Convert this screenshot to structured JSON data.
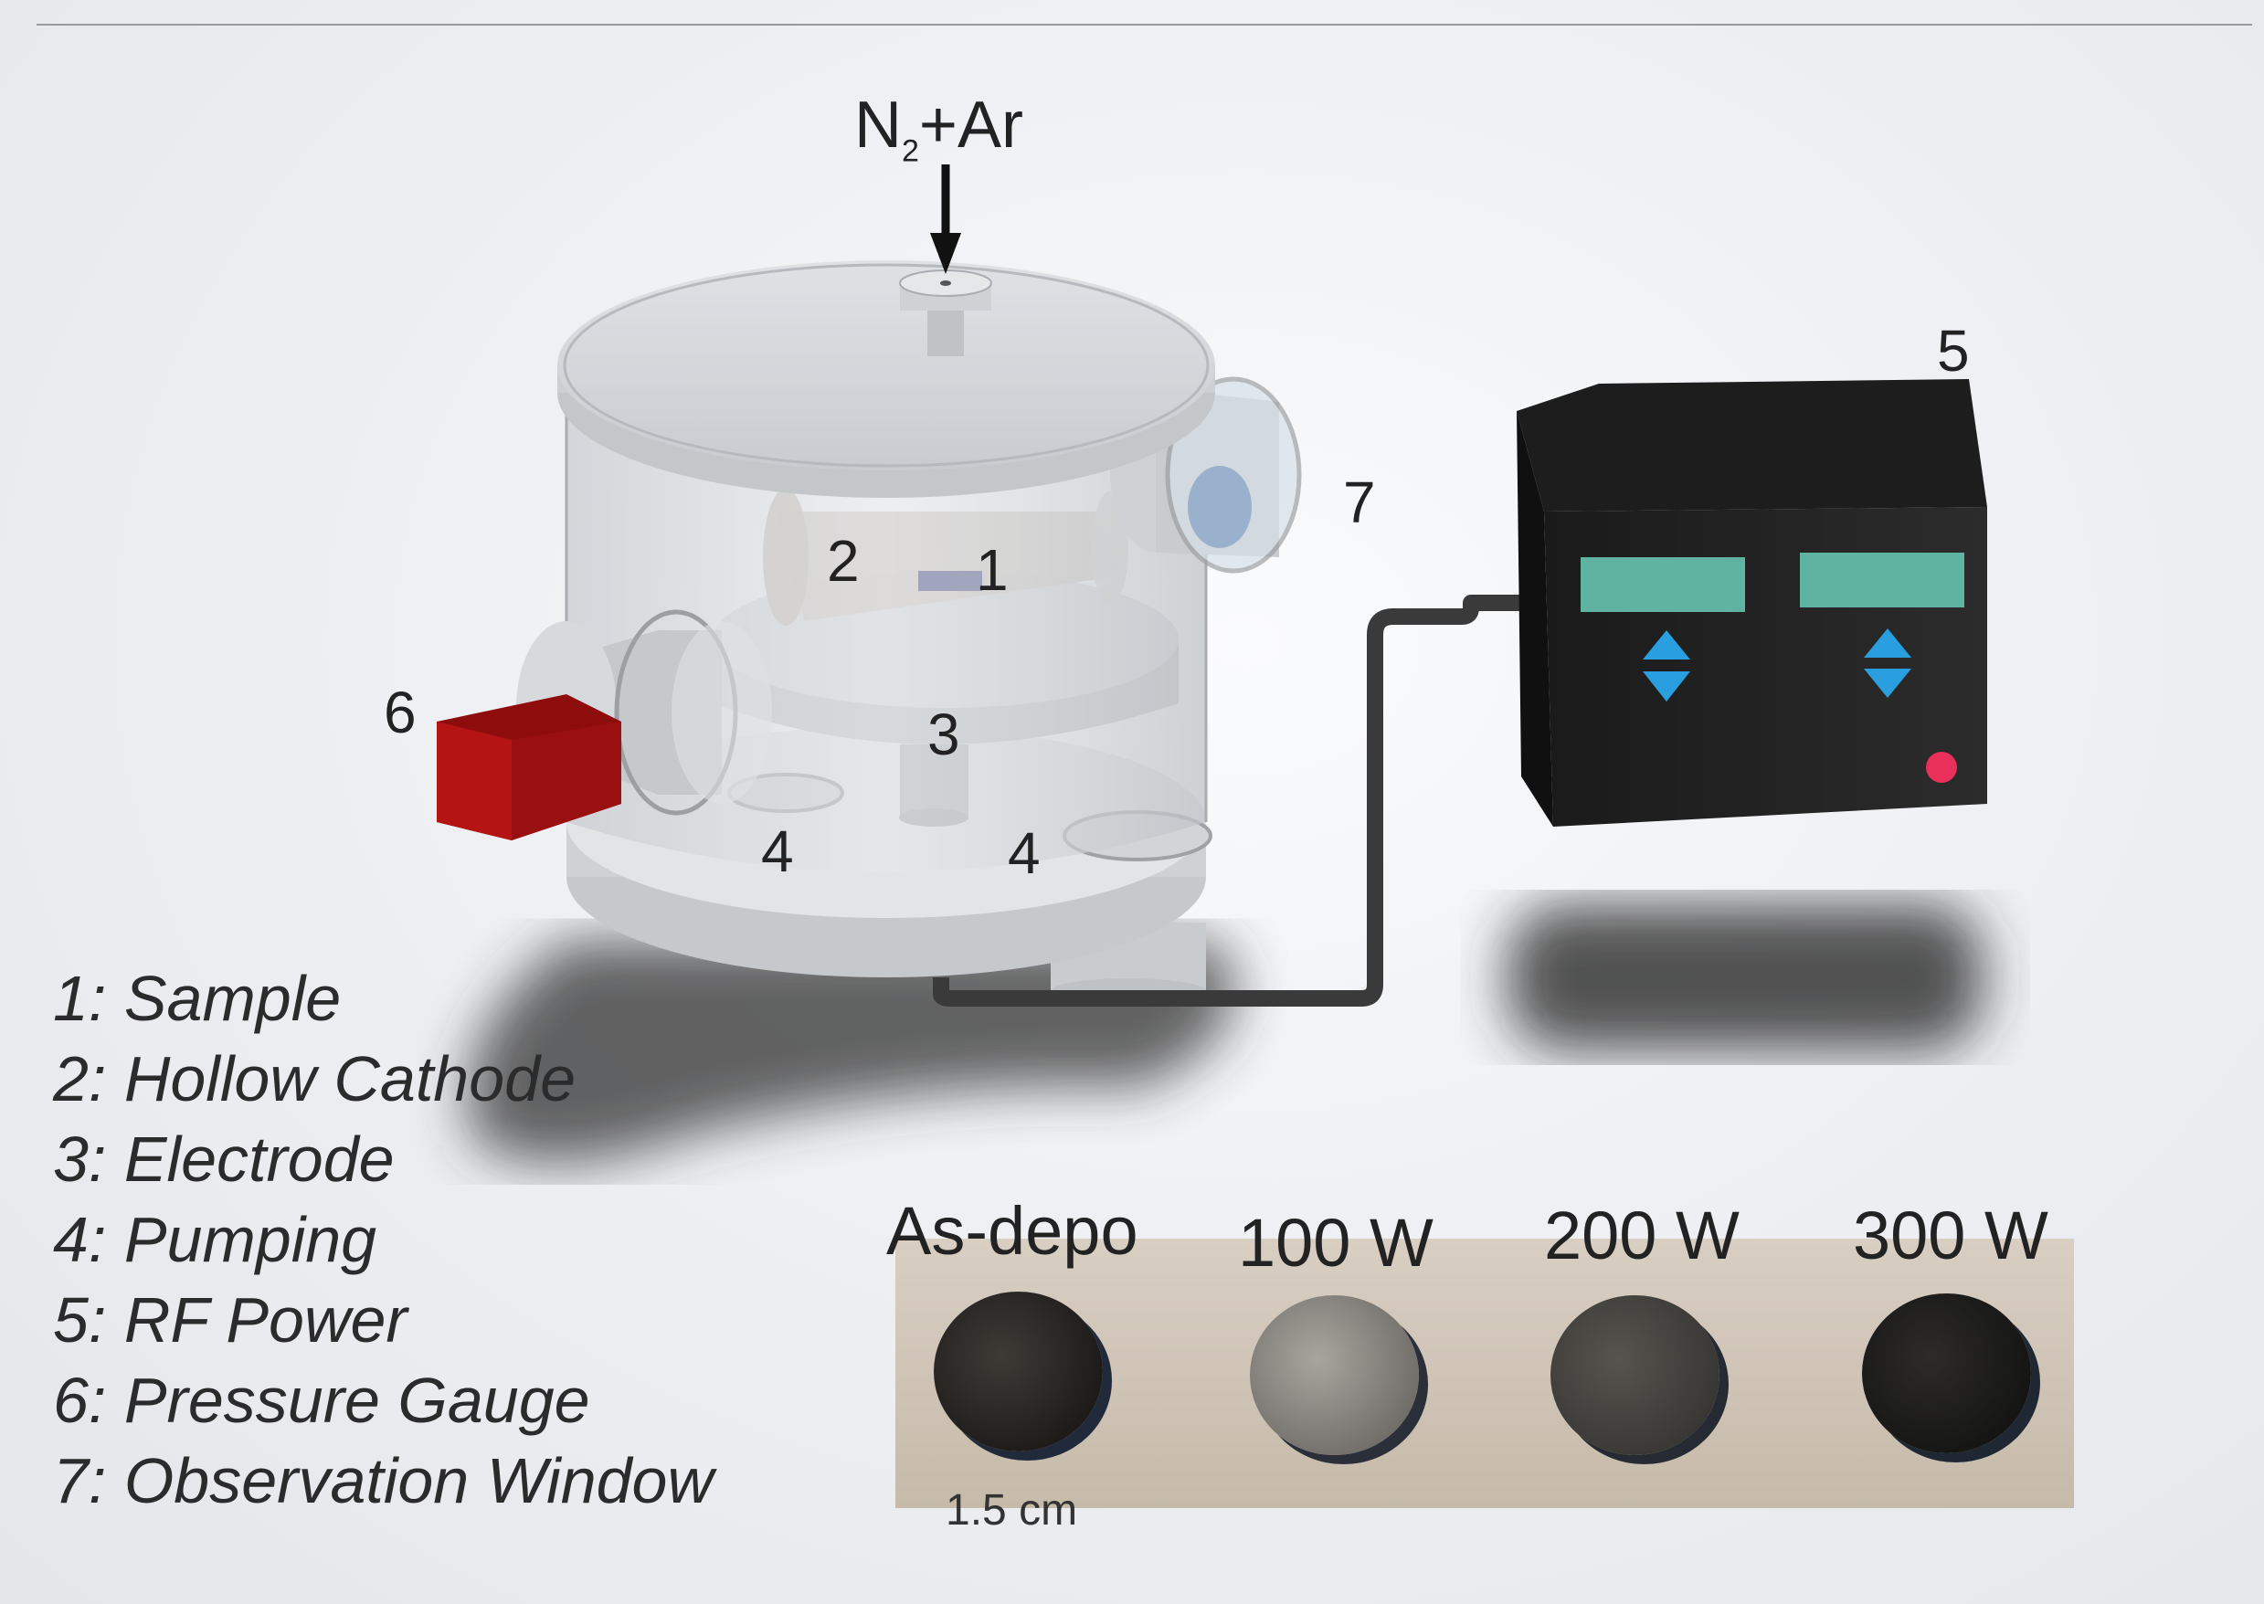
{
  "gas_inlet": {
    "species_a": "N",
    "subscript": "2",
    "rest": "+Ar"
  },
  "callouts": {
    "c1": "1",
    "c2": "2",
    "c3": "3",
    "c4a": "4",
    "c4b": "4",
    "c5": "5",
    "c6": "6",
    "c7": "7"
  },
  "legend": [
    "1: Sample",
    "2: Hollow Cathode",
    "3: Electrode",
    "4: Pumping",
    "5: RF Power",
    "6: Pressure Gauge",
    "7: Observation Window"
  ],
  "samples": {
    "labels": [
      "As-depo",
      "100 W",
      "200 W",
      "300 W"
    ],
    "scale_bar": "1.5 cm"
  },
  "colors": {
    "power_supply": "#262626",
    "display": "#5fb3a0",
    "arrow_buttons": "#2a9fe0",
    "indicator_led": "#e8305a",
    "pressure_gauge": "#b01010",
    "chamber": "#d4d7da"
  }
}
